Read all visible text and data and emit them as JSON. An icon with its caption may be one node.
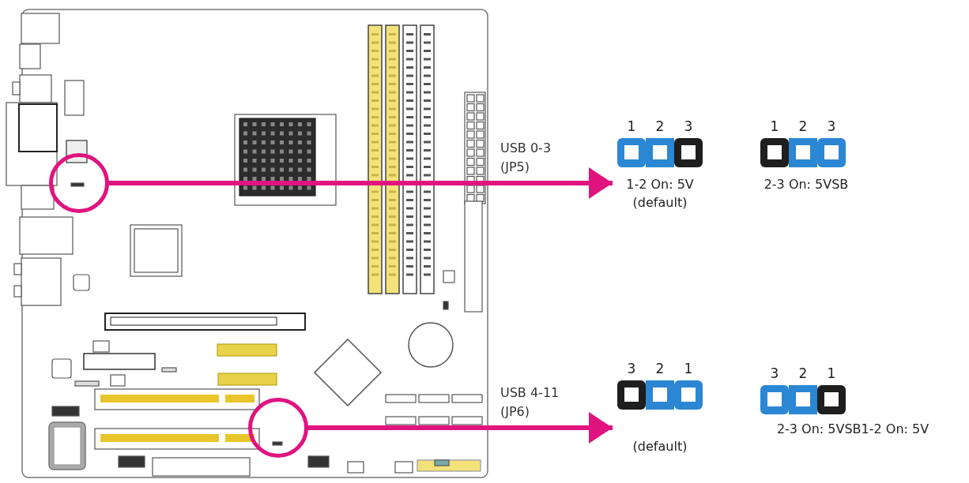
{
  "diagram": {
    "nodes": [
      {
        "text": [],
        "shape": "circle"
      },
      {
        "text": [
          "1",
          "2",
          "3"
        ],
        "beside": [
          "1-2 On: 5V (default)"
        ]
      },
      {
        "text": [
          "1",
          "2",
          "3"
        ],
        "beside": [
          "2-3 On: 5VSB"
        ]
      },
      {
        "text": [],
        "shape": "circle"
      },
      {
        "text": [
          "3",
          "2",
          "1"
        ],
        "beside": [
          "(default)"
        ]
      },
      {
        "text": [
          "3",
          "2",
          "1"
        ],
        "beside": [
          "2-3 On: 5VSB1-2 On: 5V"
        ]
      }
    ],
    "edges": [
      {
        "from": 0,
        "to": 1,
        "arrow": "to",
        "label": "USB 0-3 (JP5)"
      },
      {
        "from": 3,
        "to": 4,
        "arrow": "to",
        "label": "USB 4-11 (JP6)"
      }
    ]
  }
}
